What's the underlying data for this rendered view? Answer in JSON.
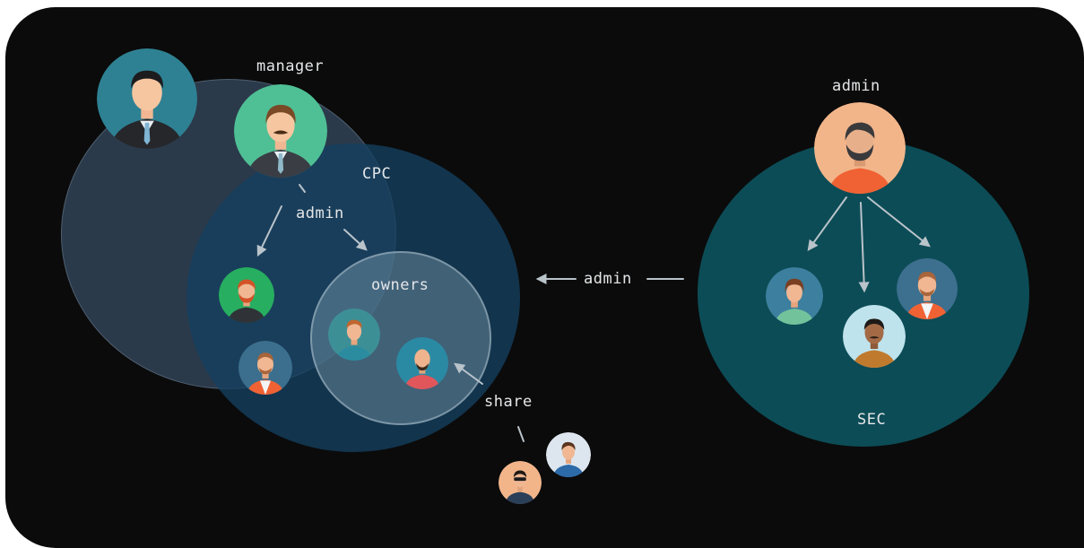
{
  "labels": {
    "manager": "manager",
    "admin_top": "admin",
    "cpc": "CPC",
    "admin_cpc": "admin",
    "owners": "owners",
    "admin_link": "admin",
    "share": "share",
    "sec": "SEC"
  },
  "colors": {
    "background": "#0b0b0b",
    "outer_group": "#2a3a4a",
    "cpc_group": "#153f5e",
    "owners_group": "#4d6f82",
    "sec_group": "#0c4c56",
    "arrow": "#b9c3ca",
    "text": "#e4e6e8"
  },
  "avatars": [
    {
      "id": "businessman",
      "role": "person",
      "bg": "#2e8193"
    },
    {
      "id": "manager",
      "role": "person",
      "bg": "#4fc095"
    },
    {
      "id": "admin-sec",
      "role": "person",
      "bg": "#f2b58a"
    },
    {
      "id": "cpc-member-1",
      "role": "person",
      "bg": "#27ae60"
    },
    {
      "id": "cpc-member-2",
      "role": "person",
      "bg": "#3b6f8d"
    },
    {
      "id": "owner-1",
      "role": "person",
      "bg": "#3d8f96"
    },
    {
      "id": "owner-2",
      "role": "person",
      "bg": "#2b8aa3"
    },
    {
      "id": "sec-member-1",
      "role": "person",
      "bg": "#3d7f9e"
    },
    {
      "id": "sec-member-2",
      "role": "person",
      "bg": "#bfe3ec"
    },
    {
      "id": "sec-member-3",
      "role": "person",
      "bg": "#3d6f8f"
    },
    {
      "id": "guest-1",
      "role": "person",
      "bg": "#dde6ee"
    },
    {
      "id": "guest-2",
      "role": "person",
      "bg": "#f2b58a"
    }
  ]
}
